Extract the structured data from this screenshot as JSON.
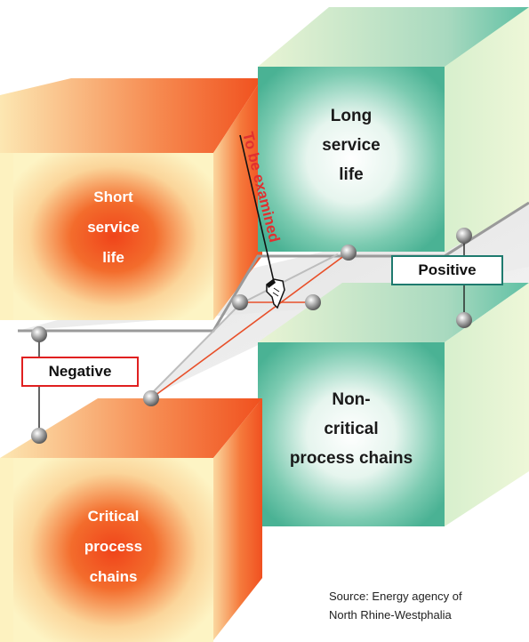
{
  "boxes": {
    "short_service_life": [
      "Short",
      "service",
      "life"
    ],
    "long_service_life": [
      "Long",
      "service",
      "life"
    ],
    "critical_process_chains": [
      "Critical",
      "process",
      "chains"
    ],
    "non_critical_process_chains": [
      "Non-",
      "critical",
      "process chains"
    ]
  },
  "tags": {
    "negative": "Negative",
    "positive": "Positive"
  },
  "examine_label": "To be examined",
  "source": {
    "line1": "Source:  Energy agency of",
    "line2": "North Rhine-Westphalia"
  },
  "colors": {
    "negative_border": "#e02020",
    "positive_border": "#1e7a6e",
    "examine_text": "#e03030",
    "connector_line": "#e8502a",
    "cube_teal": "#5bbfa3",
    "cube_yellow": "#fdf4c0",
    "cube_orange": "#f05a1e"
  }
}
